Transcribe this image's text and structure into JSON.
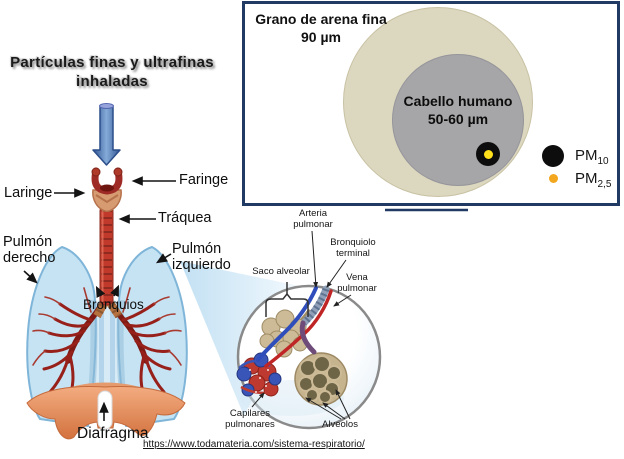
{
  "title": {
    "text": "Partículas finas y ultrafinas\ninhaladas"
  },
  "anatomy_labels": {
    "faringe": "Faringe",
    "laringe": "Laringe",
    "traquea": "Tráquea",
    "pulmon_derecho": "Pulmón\nderecho",
    "pulmon_izquierdo": "Pulmón\nizquierdo",
    "bronquios": "Bronquios",
    "diafragma": "Diafragma"
  },
  "inset_labels": {
    "arteria_pulmonar": "Arteria\npulmonar",
    "bronquiolo_terminal": "Bronquiolo\nterminal",
    "vena_pulmonar": "Vena\npulmonar",
    "saco_alveolar": "Saco alveolar",
    "capilares_pulmonares": "Capilares\npulmonares",
    "alveolos": "Alveolos"
  },
  "size_chart": {
    "sand_label": "Grano de arena fina\n90 µm",
    "hair_label": "Cabello humano\n50-60 µm",
    "legend": {
      "pm10_base": "PM",
      "pm10_sub": "10",
      "pm25_base": "PM",
      "pm25_sub": "2,5"
    }
  },
  "source_url": "https://www.todamateria.com/sistema-respiratorio/",
  "colors": {
    "box_border": "#203A64",
    "sand_circle": "#DCD7BF",
    "hair_circle": "#A6A6A8",
    "pm10_dot": "#0d0d0d",
    "pm25_dot_legend": "#F2A71E",
    "pm25_dot_inner": "#FFE01A",
    "lung_blue": "#BFE0F2",
    "bronchi_red": "#8E1F18",
    "trachea_red": "#C0392B",
    "diaphragm_orange": "#E99B6C",
    "big_arrow_blue": "#4A76B4",
    "artery_blue": "#2F4DBB",
    "vein_red": "#C02525"
  }
}
